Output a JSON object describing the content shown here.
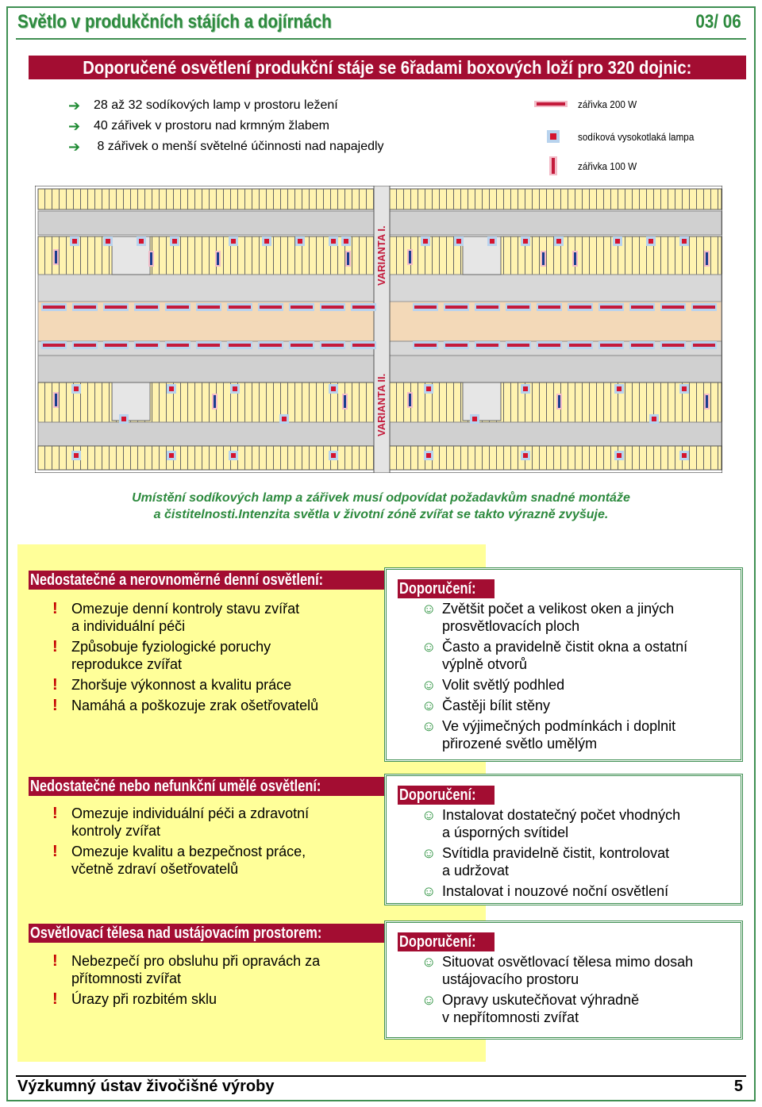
{
  "header": {
    "title": "Světlo v produkčních stájích a dojírnách",
    "page_code": "03/ 06"
  },
  "banner": "Doporučené osvětlení produkční stáje se 6řadami boxových loží pro 320 dojnic:",
  "bullets": [
    "28 až 32 sodíkových lamp v prostoru ležení",
    "40 zářivek v prostoru nad krmným žlabem",
    " 8 zářivek o menší světelné účinnosti nad napajedly"
  ],
  "legend": [
    {
      "label": "zářivka 200 W",
      "icon": "fluorescent-200w-icon"
    },
    {
      "label": "sodíková vysokotlaká lampa",
      "icon": "sodium-lamp-icon"
    },
    {
      "label": "zářivka 100 W",
      "icon": "fluorescent-100w-icon"
    }
  ],
  "plan": {
    "variant_1": "VARIANTA I.",
    "variant_2": "VARIANTA II."
  },
  "caption": {
    "line1": "Umístění sodíkových lamp a zářivek musí odpovídat požadavkům  snadné montáže",
    "line2": "a čistitelnosti.Intenzita světla v životní zóně zvířat se takto výrazně zvyšuje."
  },
  "sections": [
    {
      "title": "Nedostatečné a nerovnoměrné denní osvětlení:",
      "problems": [
        [
          "Omezuje denní kontroly stavu zvířat",
          "a individuální péči"
        ],
        [
          "Způsobuje fyziologické poruchy",
          "reprodukce zvířat"
        ],
        [
          "Zhoršuje výkonnost a kvalitu práce"
        ],
        [
          "Namáhá a poškozuje zrak ošetřovatelů"
        ]
      ],
      "rec_title": "Doporučení:",
      "recs": [
        [
          "Zvětšit počet a velikost oken a jiných",
          "prosvětlovacích ploch"
        ],
        [
          "Často a pravidelně čistit okna a ostatní",
          "výplně otvorů"
        ],
        [
          "Volit světlý podhled"
        ],
        [
          "Častěji bílit stěny"
        ],
        [
          "Ve výjimečných podmínkách i doplnit",
          "přirozené světlo umělým"
        ]
      ]
    },
    {
      "title": "Nedostatečné nebo nefunkční umělé osvětlení:",
      "problems": [
        [
          "Omezuje individuální péči a zdravotní",
          "kontroly zvířat"
        ],
        [
          "Omezuje kvalitu a bezpečnost práce,",
          "včetně zdraví ošetřovatelů"
        ]
      ],
      "rec_title": "Doporučení:",
      "recs": [
        [
          "Instalovat dostatečný počet vhodných",
          "a úsporných svítidel"
        ],
        [
          "Svítidla pravidelně čistit, kontrolovat",
          "a udržovat"
        ],
        [
          "Instalovat i nouzové noční osvětlení"
        ]
      ]
    },
    {
      "title": "Osvětlovací tělesa nad ustájovacím prostorem:",
      "problems": [
        [
          "Nebezpečí pro obsluhu při opravách za",
          "přítomnosti zvířat"
        ],
        [
          "Úrazy při rozbitém sklu"
        ]
      ],
      "rec_title": "Doporučení:",
      "recs": [
        [
          "Situovat osvětlovací tělesa mimo dosah",
          "ustájovacího prostoru"
        ],
        [
          "Opravy uskutečňovat výhradně",
          "v nepřítomnosti zvířat"
        ]
      ]
    }
  ],
  "footer": {
    "institute": "Výzkumný ústav živočišné výroby",
    "page_number": "5"
  },
  "colors": {
    "accent_red": "#a30d32",
    "green": "#2d8a3e",
    "yellow_panel": "#ffff99",
    "stall_yellow": "#fff3b0",
    "feed_alley": "#f3d9b8"
  }
}
